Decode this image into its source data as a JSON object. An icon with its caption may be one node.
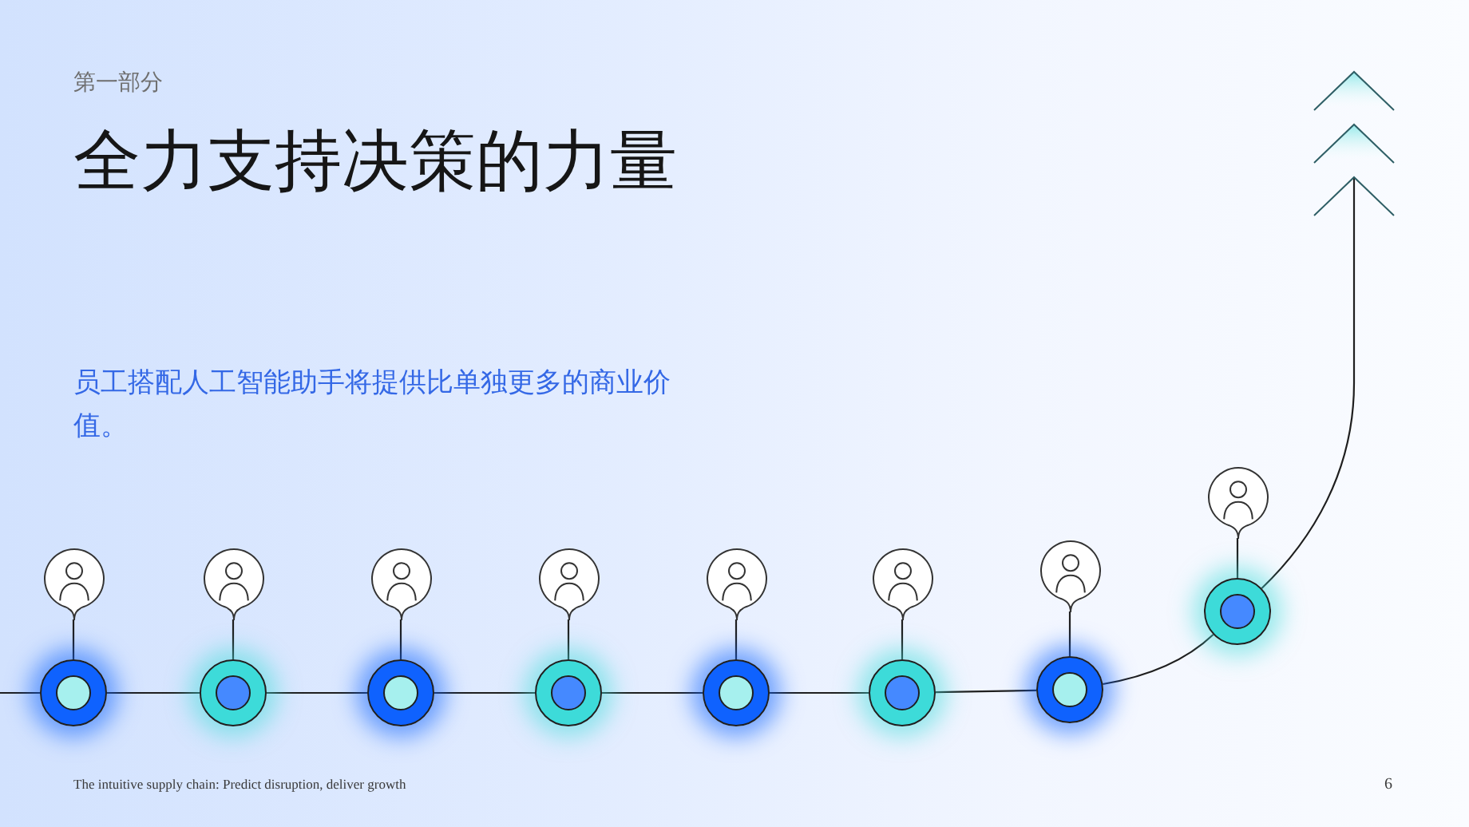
{
  "diagram": {
    "title": "全力支持决策的力量",
    "nodes": [
      {
        "text": [],
        "shape": "person"
      },
      {
        "text": [],
        "shape": "circle"
      },
      {
        "text": [],
        "shape": "person"
      },
      {
        "text": [],
        "shape": "circle"
      },
      {
        "text": [],
        "shape": "person"
      },
      {
        "text": [],
        "shape": "circle"
      },
      {
        "text": [],
        "shape": "person"
      },
      {
        "text": [],
        "shape": "circle"
      },
      {
        "text": [],
        "shape": "person"
      },
      {
        "text": [],
        "shape": "circle"
      },
      {
        "text": [],
        "shape": "person"
      },
      {
        "text": [],
        "shape": "circle"
      },
      {
        "text": [],
        "shape": "person"
      },
      {
        "text": [],
        "shape": "circle"
      },
      {
        "text": [],
        "shape": "person"
      },
      {
        "text": [],
        "shape": "circle"
      }
    ],
    "edges": [
      {
        "from": null,
        "to": 1,
        "arrow": "none"
      },
      {
        "from": 0,
        "to": 1,
        "arrow": "none"
      },
      {
        "from": 2,
        "to": 3,
        "arrow": "none"
      },
      {
        "from": 4,
        "to": 5,
        "arrow": "none"
      },
      {
        "from": 6,
        "to": 7,
        "arrow": "none"
      },
      {
        "from": 8,
        "to": 9,
        "arrow": "none"
      },
      {
        "from": 10,
        "to": 11,
        "arrow": "none"
      },
      {
        "from": 12,
        "to": 13,
        "arrow": "none"
      },
      {
        "from": 14,
        "to": 15,
        "arrow": "none"
      },
      {
        "from": 1,
        "to": 3,
        "arrow": "none"
      },
      {
        "from": 3,
        "to": 5,
        "arrow": "none"
      },
      {
        "from": 5,
        "to": 7,
        "arrow": "none"
      },
      {
        "from": 7,
        "to": 9,
        "arrow": "none"
      },
      {
        "from": 9,
        "to": 11,
        "arrow": "none"
      },
      {
        "from": 11,
        "to": 13,
        "arrow": "none"
      },
      {
        "from": 13,
        "to": 15,
        "arrow": "none"
      },
      {
        "from": 15,
        "to": null,
        "arrow": "to"
      }
    ],
    "labels": [
      "第一部分",
      "员工搭配人工智能助手将提供比单独更多的商业价值。",
      "The intuitive supply chain: Predict disruption, deliver growth",
      "6"
    ]
  }
}
